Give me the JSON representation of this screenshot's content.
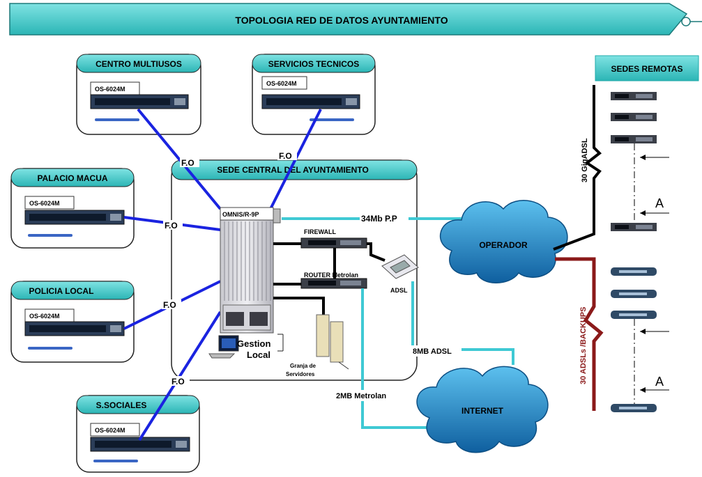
{
  "title": "TOPOLOGIA RED DE DATOS AYUNTAMIENTO",
  "central": {
    "label": "SEDE CENTRAL DEL AYUNTAMIENTO",
    "core_switch": "OMNIS/R-9P",
    "firewall": "FIREWALL",
    "router": "ROUTER Metrolan",
    "adsl": "ADSL",
    "gestion_line1": "Gestion",
    "gestion_line2": "Local",
    "servers_line1": "Granja de",
    "servers_line2": "Servidores"
  },
  "sites": [
    {
      "name": "CENTRO MULTIUSOS",
      "device": "OS-6024M",
      "link": "F.O"
    },
    {
      "name": "SERVICIOS TECNICOS",
      "device": "OS-6024M",
      "link": "F.O"
    },
    {
      "name": "PALACIO MACUA",
      "device": "OS-6024M",
      "link": "F.O"
    },
    {
      "name": "POLICIA LOCAL",
      "device": "OS-6024M",
      "link": "F.O"
    },
    {
      "name": "S.SOCIALES",
      "device": "OS-6024M",
      "link": "F.O"
    }
  ],
  "clouds": {
    "operador": "OPERADOR",
    "internet": "INTERNET"
  },
  "links": {
    "pp": "34Mb P.P",
    "adsl": "8MB ADSL",
    "metrolan": "2MB Metrolan"
  },
  "remote": {
    "title": "SEDES REMOTAS",
    "gig_label": "30 GigADSL",
    "adsl_label": "30 ADSLs /BACKUPS",
    "marker": "A"
  },
  "colors": {
    "teal": "#3cc4c4",
    "fiber": "#1a23e0",
    "cyan_link": "#3fc9d4",
    "backup_red": "#8b1a1a",
    "cloud": "#1b7fbf"
  }
}
